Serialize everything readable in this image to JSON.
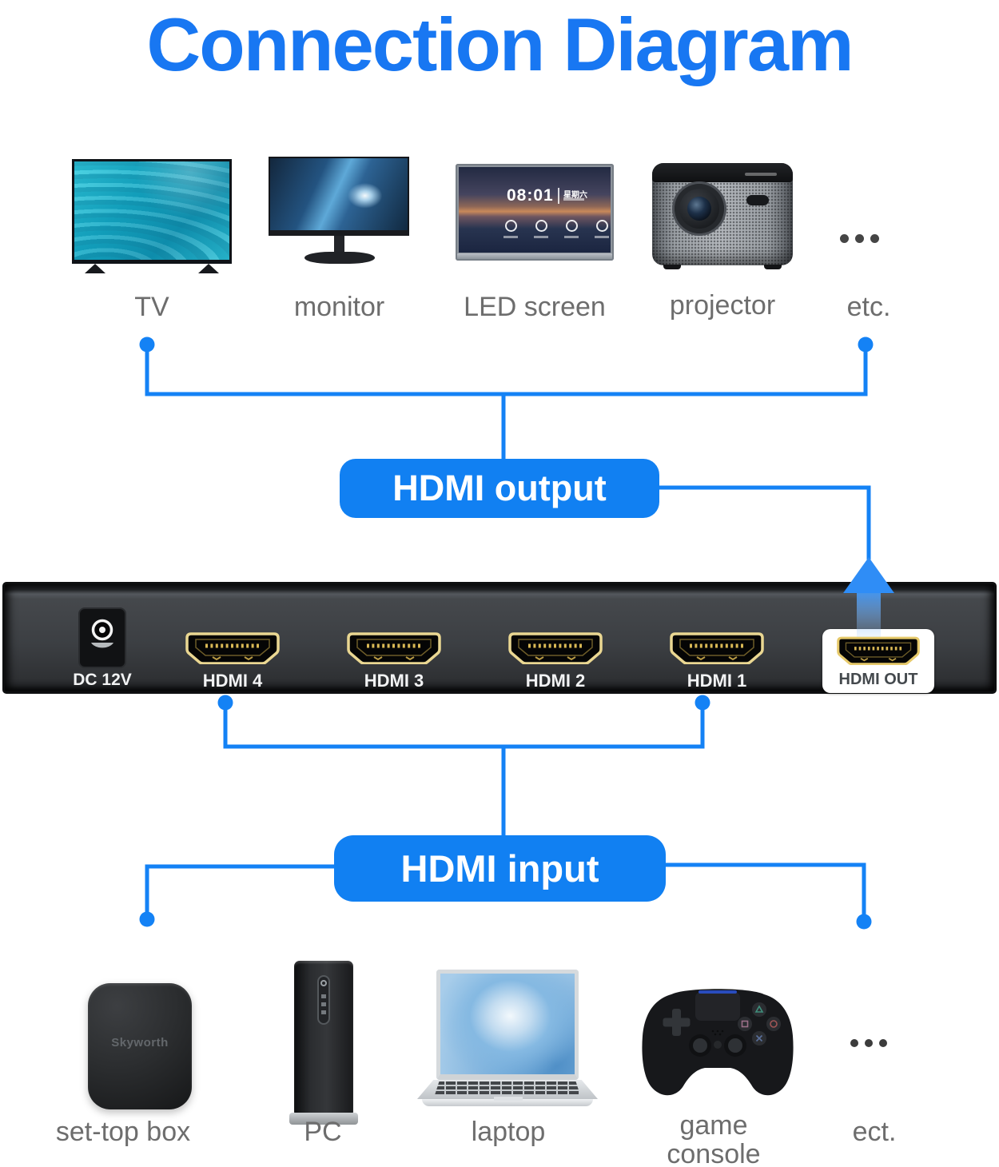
{
  "title": "Connection Diagram",
  "colors": {
    "title_blue": "#1877f2",
    "accent_blue": "#1180f2",
    "label_gray": "#6d6d6d",
    "panel_black": "#3c3f43",
    "hdmi_gold": "#ead792"
  },
  "output_devices": [
    {
      "label": "TV"
    },
    {
      "label": "monitor"
    },
    {
      "label": "LED screen"
    },
    {
      "label": "projector"
    },
    {
      "label": "etc."
    }
  ],
  "buses": {
    "output_label": "HDMI output",
    "input_label": "HDMI input"
  },
  "panel": {
    "power_label": "DC 12V",
    "input_ports": [
      "HDMI 4",
      "HDMI 3",
      "HDMI 2",
      "HDMI 1"
    ],
    "output_port": "HDMI OUT"
  },
  "led_screen": {
    "time": "08:01",
    "date": "星期六"
  },
  "input_devices": [
    {
      "label": "set-top box",
      "brand": "Skyworth"
    },
    {
      "label": "PC"
    },
    {
      "label": "laptop"
    },
    {
      "label": "game console"
    },
    {
      "label": "ect."
    }
  ],
  "icons": {
    "ellipsis": "•••",
    "up_arrow": "↑"
  }
}
